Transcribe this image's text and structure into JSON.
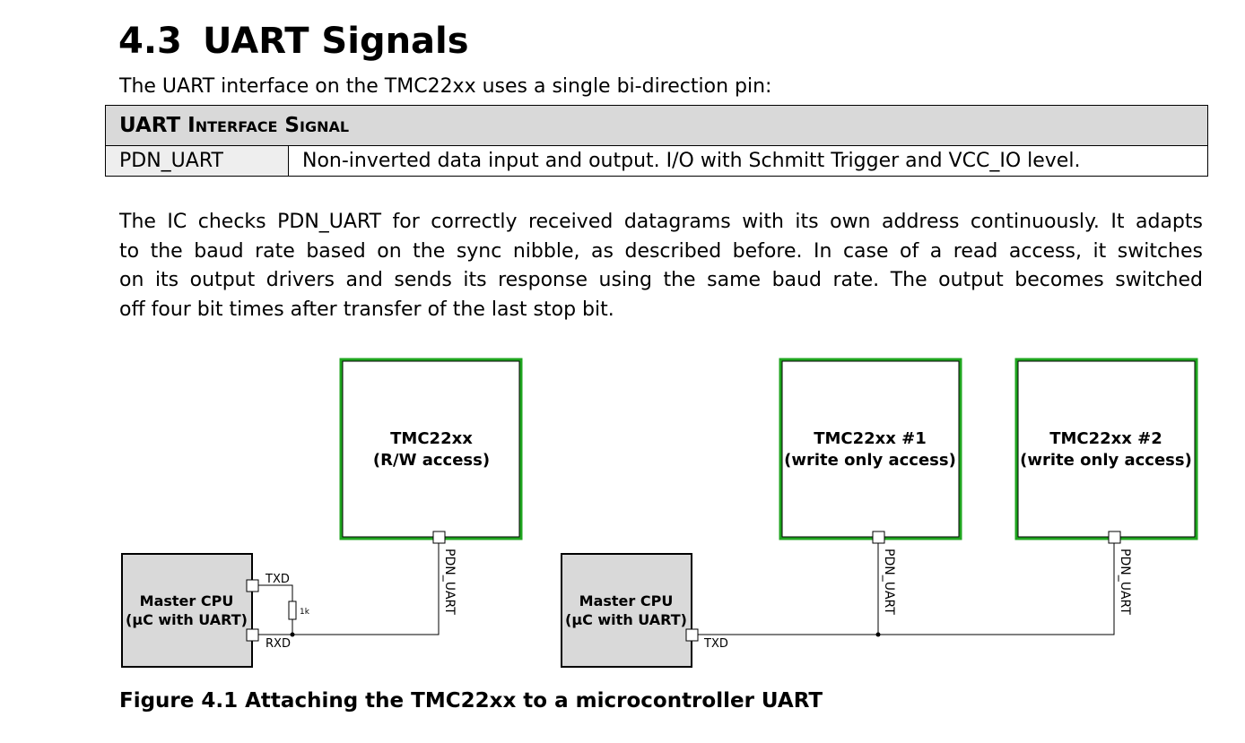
{
  "section": {
    "number": "4.3",
    "title": "UART Signals"
  },
  "intro": "The UART interface on the TMC22xx uses a single bi-direction pin:",
  "table": {
    "header_parts": [
      "UART ",
      "Interface",
      " Signal"
    ],
    "rows": [
      {
        "signal": "PDN_UART",
        "description": "Non-inverted data input and output. I/O with Schmitt Trigger and VCC_IO level."
      }
    ]
  },
  "paragraph_lines": [
    "The IC checks PDN_UART for correctly received datagrams with its own address continuously. It adapts",
    "to the baud rate based on the sync nibble, as described before. In case of a read access, it switches",
    "on its output drivers and sends its response using the same baud rate. The output becomes switched",
    "off four bit times after transfer of the last stop bit."
  ],
  "diagram": {
    "left": {
      "chip_line1": "TMC22xx",
      "chip_line2": "(R/W access)",
      "cpu_line1": "Master CPU",
      "cpu_line2": "(µC with UART)",
      "txd": "TXD",
      "rxd": "RXD",
      "resistor": "1k",
      "pin": "PDN_UART"
    },
    "right": {
      "chip1_line1": "TMC22xx #1",
      "chip1_line2": "(write only access)",
      "chip2_line1": "TMC22xx #2",
      "chip2_line2": "(write only access)",
      "cpu_line1": "Master CPU",
      "cpu_line2": "(µC with UART)",
      "txd": "TXD",
      "pin1": "PDN_UART",
      "pin2": "PDN_UART"
    },
    "colors": {
      "chip_border": "#1fa51f",
      "cpu_fill": "#d9d9d9"
    }
  },
  "caption": "Figure 4.1 Attaching the TMC22xx to a microcontroller UART"
}
